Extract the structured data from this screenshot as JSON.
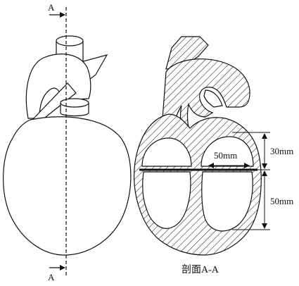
{
  "section_marker_top": "A",
  "section_marker_bottom": "A",
  "dimensions": {
    "cavity_width": "50mm",
    "upper_height": "30mm",
    "lower_height": "50mm"
  },
  "caption": "剖面A-A",
  "colors": {
    "stroke": "#111111",
    "hatch": "#222222",
    "background": "#ffffff"
  }
}
